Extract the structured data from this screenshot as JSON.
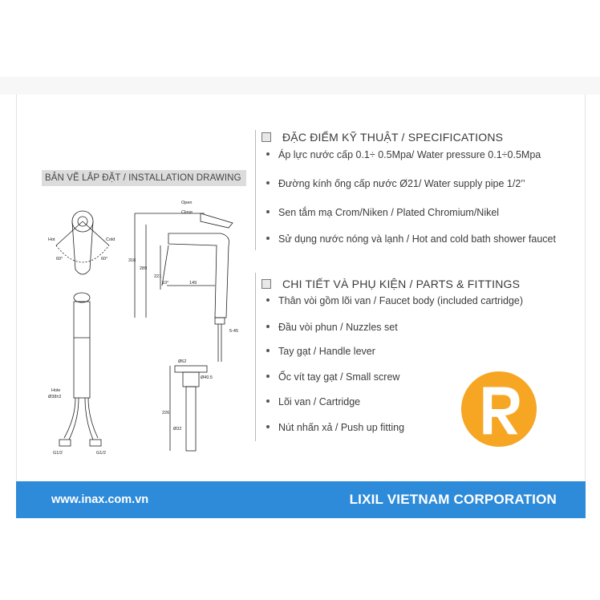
{
  "drawing": {
    "title": "BẢN VẼ LẮP ĐẶT / INSTALLATION DRAWING",
    "labels": {
      "open": "Open",
      "close": "Close",
      "hot": "Hot",
      "cold": "Cold",
      "angle_left": "60°",
      "angle_right": "60°",
      "hole": "Hole",
      "hole_dia": "Ø38±2",
      "g_left": "G1/2",
      "g_right": "G1/2",
      "h318": "318",
      "h289": "289",
      "h221": "221",
      "angle10": "10°",
      "w149": "149",
      "h5_45": "5-45",
      "d62": "Ø62",
      "d40_5": "Ø40.5",
      "d32": "Ø32",
      "h226": "226"
    }
  },
  "specs": {
    "title": "ĐẶC ĐIỂM KỸ THUẬT / SPECIFICATIONS",
    "items": [
      "Áp lực nước cấp 0.1÷ 0.5Mpa/ Water pressure 0.1÷0.5Mpa",
      "Đường kính ống cấp nước Ø21/ Water supply pipe 1/2’’",
      "Sen tắm mạ Crom/Niken / Plated Chromium/Nikel",
      "Sử dụng nước nóng và lạnh / Hot and cold bath shower faucet"
    ]
  },
  "parts": {
    "title": "CHI TIẾT VÀ PHỤ KIỆN / PARTS & FITTINGS",
    "items": [
      "Thân vòi gồm lõi van / Faucet body (included cartridge)",
      "Đầu vòi phun / Nuzzles set",
      "Tay gạt / Handle lever",
      "Ốc vít tay gạt / Small screw",
      "Lõi van / Cartridge",
      "Nút nhấn xả / Push up fitting"
    ]
  },
  "footer": {
    "url": "www.inax.com.vn",
    "company": "LIXIL VIETNAM CORPORATION"
  },
  "colors": {
    "footer_bg": "#2e8bd9",
    "logo_orange": "#f6a623"
  },
  "icons": {
    "bullet": "bullet-dot-icon",
    "section": "square-marker-icon",
    "logo": "r-logo-icon"
  }
}
